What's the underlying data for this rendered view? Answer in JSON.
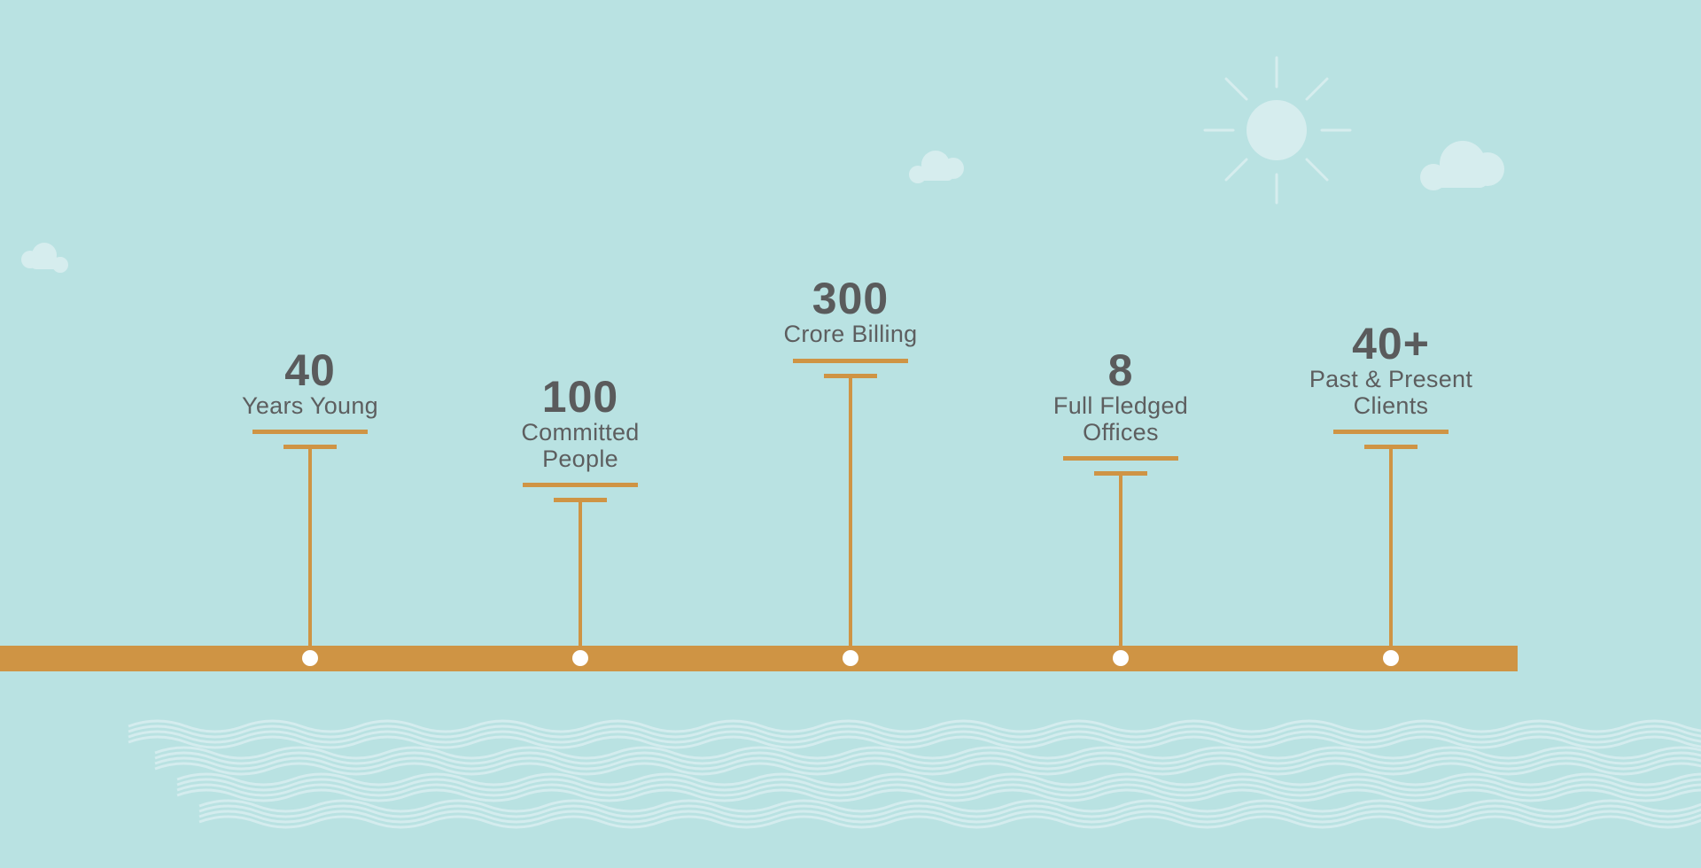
{
  "colors": {
    "background": "#b9e2e2",
    "accent": "#cf9444",
    "text": "#5a5b5c",
    "decor": "#d4ecee"
  },
  "stats": [
    {
      "value": "40",
      "label_lines": [
        "Years Young"
      ]
    },
    {
      "value": "100",
      "label_lines": [
        "Committed",
        "People"
      ]
    },
    {
      "value": "300",
      "label_lines": [
        "Crore Billing"
      ]
    },
    {
      "value": "8",
      "label_lines": [
        "Full Fledged",
        "Offices"
      ]
    },
    {
      "value": "40+",
      "label_lines": [
        "Past & Present",
        "Clients"
      ]
    }
  ],
  "decorations": {
    "sun_icon": "sun-icon",
    "cloud_icon": "cloud-icon",
    "waves_icon": "waves-icon"
  }
}
